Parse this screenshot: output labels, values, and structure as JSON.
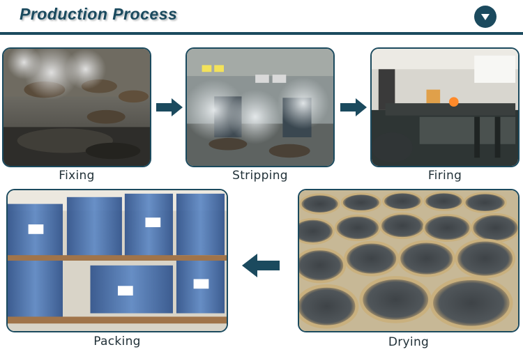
{
  "header": {
    "title": "Production Process",
    "menu_icon": "chevron-down-icon"
  },
  "steps": [
    {
      "label": "Fixing"
    },
    {
      "label": "Stripping"
    },
    {
      "label": "Firing"
    },
    {
      "label": "Drying"
    },
    {
      "label": "Packing"
    }
  ],
  "colors": {
    "brand": "#1b4a5e",
    "arrow": "#1b4a5e"
  }
}
